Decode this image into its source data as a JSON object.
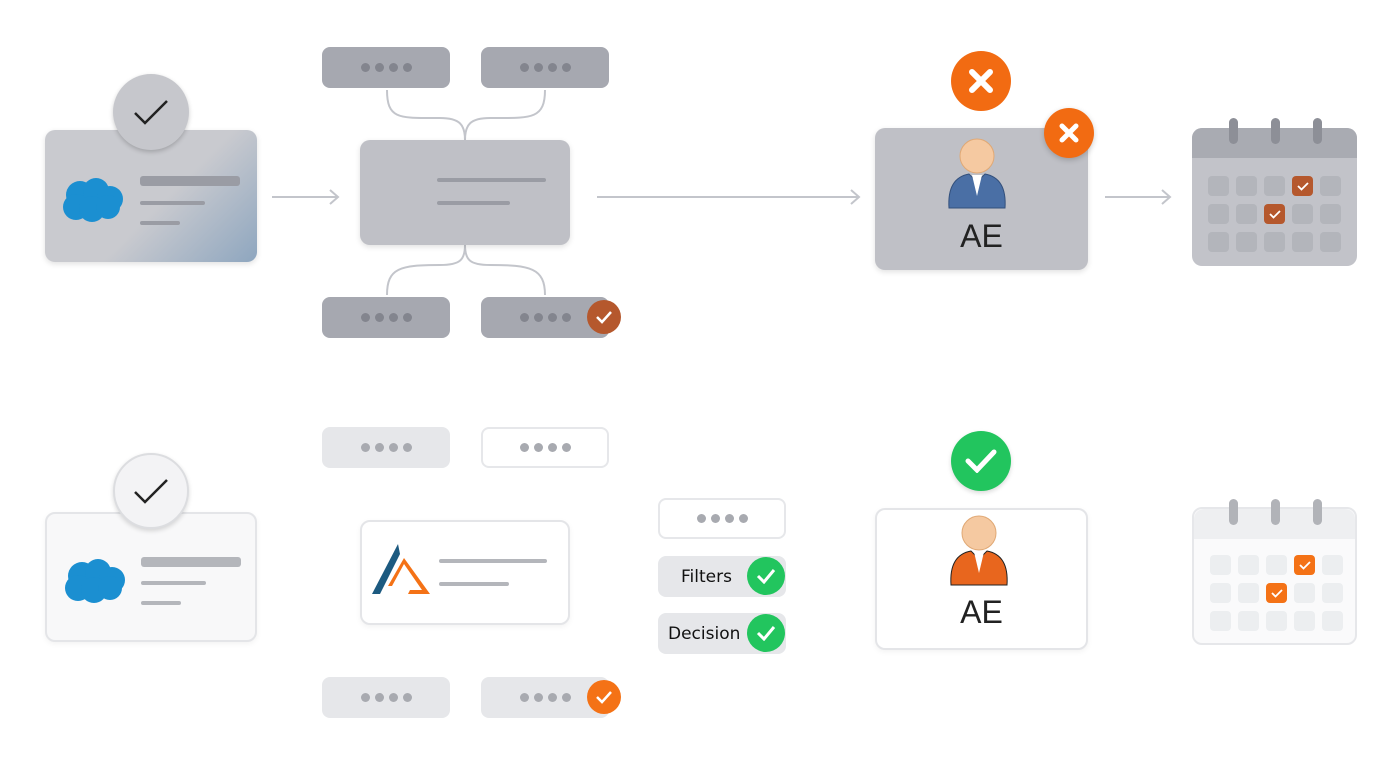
{
  "colors": {
    "orange_dark": "#b5582d",
    "orange": "#f47216",
    "error_orange": "#f26b12",
    "success_green": "#22c55e",
    "salesforce_blue": "#1b8fd1",
    "person_blue": "#4a6fa5",
    "person_orange": "#e8661e"
  },
  "top_row": {
    "state": "before",
    "ae_card": {
      "label": "AE",
      "status_icon": "x-icon"
    }
  },
  "bottom_row": {
    "state": "after",
    "ae_card": {
      "label": "AE",
      "status_icon": "check-icon"
    },
    "criteria": [
      {
        "label": "Filters",
        "status": "passed"
      },
      {
        "label": "Decision",
        "status": "passed"
      }
    ]
  },
  "calendar": {
    "checked_cells_top": [
      [
        0,
        3
      ],
      [
        1,
        2
      ]
    ],
    "checked_cells_bottom": [
      [
        0,
        3
      ],
      [
        1,
        2
      ]
    ]
  }
}
